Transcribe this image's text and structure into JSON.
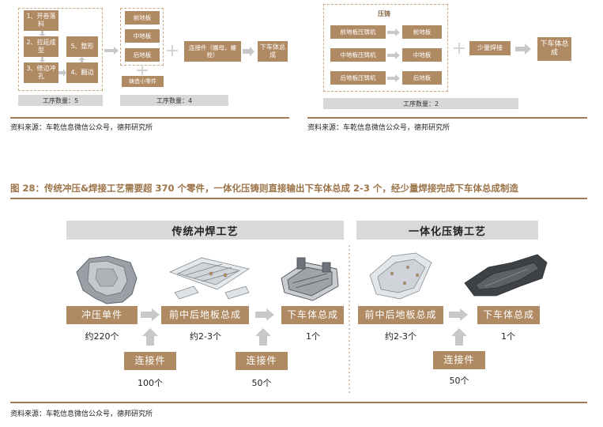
{
  "top_left": {
    "steps": [
      "1、开卷落料",
      "2、拉延成型",
      "3、修边冲孔",
      "4、翻边",
      "5、整形"
    ],
    "process_count": "工序数量：5"
  },
  "top_middle": {
    "parts": [
      "前地板",
      "中地板",
      "后地板"
    ],
    "casting_small": "铸造小零件",
    "connector": "连接件（螺母，螺栓）",
    "result": "下车体总成",
    "process_count": "工序数量：4"
  },
  "top_right": {
    "group_title": "压铸",
    "machines": [
      "前地板压铸机",
      "中地板压铸机",
      "后地板压铸机"
    ],
    "parts": [
      "前地板",
      "中地板",
      "后地板"
    ],
    "welding": "少量焊接",
    "result": "下车体总成",
    "process_count": "工序数量：2"
  },
  "source_text": "资料来源：车乾信息微信公众号，德邦研究所",
  "figure_title": "图 28：传统冲压&焊接工艺需要超 370 个零件，一体化压铸则直接输出下车体总成 2-3 个，经少量焊接完成下车体总成制造",
  "traditional": {
    "header": "传统冲焊工艺",
    "stages": [
      "冲压单件",
      "前中后地板总成",
      "下车体总成"
    ],
    "stage_counts": [
      "约220个",
      "约2-3个",
      "1个"
    ],
    "connector_label": "连接件",
    "connector_counts": [
      "100个",
      "50个"
    ]
  },
  "integrated": {
    "header": "一体化压铸工艺",
    "stages": [
      "前中后地板总成",
      "下车体总成"
    ],
    "stage_counts": [
      "约2-3个",
      "1个"
    ],
    "connector_label": "连接件",
    "connector_count": "50个"
  },
  "colors": {
    "accent": "#b08a63",
    "title": "#9c7448",
    "gray_bar": "#d8d8d8"
  }
}
